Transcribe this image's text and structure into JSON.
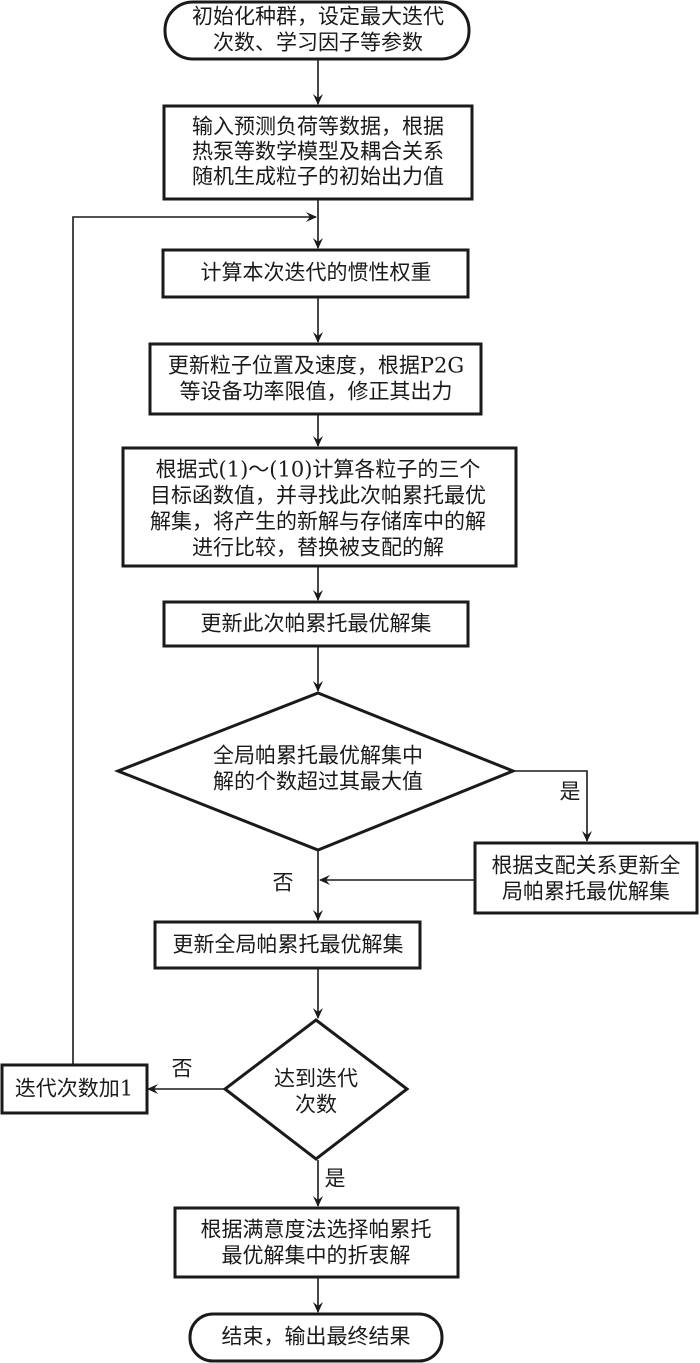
{
  "flowchart": {
    "start": {
      "lines": [
        "初始化种群，设定最大迭代",
        "次数、学习因子等参数"
      ]
    },
    "input": {
      "lines": [
        "输入预测负荷等数据，根据",
        "热泵等数学模型及耦合关系",
        "随机生成粒子的初始出力值"
      ]
    },
    "inertia": {
      "lines": [
        "计算本次迭代的惯性权重"
      ]
    },
    "update_particles": {
      "lines": [
        "更新粒子位置及速度，根据P2G",
        "等设备功率限值，修正其出力"
      ]
    },
    "compute_objectives": {
      "lines": [
        "根据式(1)～(10)计算各粒子的三个",
        "目标函数值，并寻找此次帕累托最优",
        "解集，将产生的新解与存储库中的解",
        "进行比较，替换被支配的解"
      ]
    },
    "update_local_pareto": {
      "lines": [
        "更新此次帕累托最优解集"
      ]
    },
    "decision_size": {
      "lines": [
        "全局帕累托最优解集中",
        "解的个数超过其最大值"
      ]
    },
    "dominance_update": {
      "lines": [
        "根据支配关系更新全",
        "局帕累托最优解集"
      ]
    },
    "update_global_pareto": {
      "lines": [
        "更新全局帕累托最优解集"
      ]
    },
    "decision_iterations": {
      "lines": [
        "达到迭代",
        "次数"
      ]
    },
    "increment": {
      "lines": [
        "迭代次数加1"
      ]
    },
    "select_compromise": {
      "lines": [
        "根据满意度法选择帕累托",
        "最优解集中的折衷解"
      ]
    },
    "end": {
      "lines": [
        "结束，输出最终结果"
      ]
    },
    "labels": {
      "size_yes": "是",
      "size_no": "否",
      "iter_no": "否",
      "iter_yes": "是"
    }
  }
}
